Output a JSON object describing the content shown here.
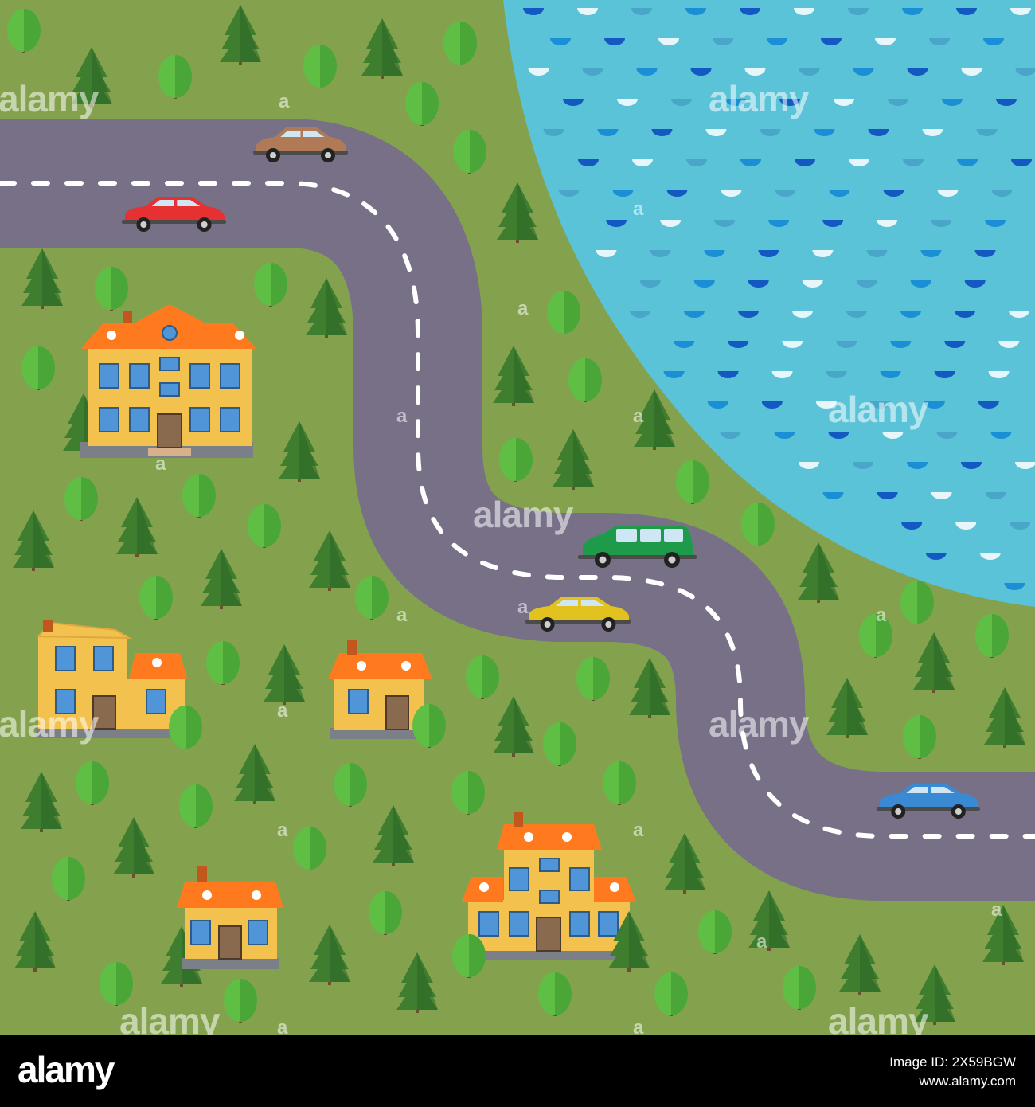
{
  "map": {
    "colors": {
      "grass": "#84a24d",
      "lake": "#5ac3d7",
      "road": "#787087",
      "road_marking": "#ffffff",
      "house_wall": "#f2c14e",
      "house_roof": "#ff7a1f",
      "window": "#4f95d7",
      "pine": "#3f7d2f",
      "tree": "#5fbf45"
    },
    "vehicles": [
      {
        "name": "brown-car",
        "color": "#b07a57"
      },
      {
        "name": "red-car",
        "color": "#e53131"
      },
      {
        "name": "green-car",
        "color": "#1e9b4a"
      },
      {
        "name": "yellow-car",
        "color": "#e2c21f"
      },
      {
        "name": "blue-car",
        "color": "#3a8ad3"
      }
    ],
    "watermark": "alamy"
  },
  "stock_bar": {
    "logo": "alamy",
    "image_id": "Image ID: 2X59BGW",
    "site": "www.alamy.com"
  }
}
